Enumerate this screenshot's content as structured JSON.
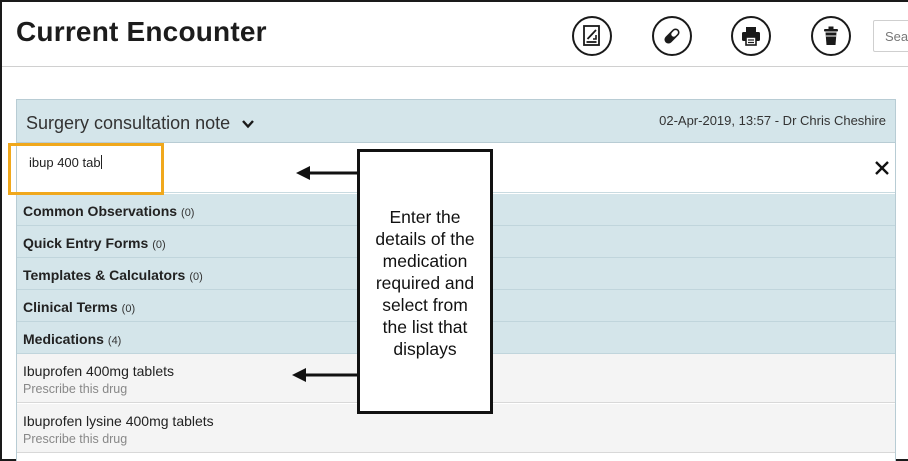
{
  "page": {
    "title": "Current Encounter"
  },
  "toolbar": {
    "search_placeholder": "Search"
  },
  "note": {
    "title": "Surgery consultation note",
    "meta": "02-Apr-2019, 13:57 - Dr Chris Cheshire"
  },
  "search": {
    "value": "ibup 400 tab"
  },
  "categories": [
    {
      "label": "Common Observations",
      "count": "(0)"
    },
    {
      "label": "Quick Entry Forms",
      "count": "(0)"
    },
    {
      "label": "Templates & Calculators",
      "count": "(0)"
    },
    {
      "label": "Clinical Terms",
      "count": "(0)"
    },
    {
      "label": "Medications",
      "count": "(4)"
    }
  ],
  "results": [
    {
      "name": "Ibuprofen 400mg tablets",
      "sub": "Prescribe this drug"
    },
    {
      "name": "Ibuprofen lysine 400mg tablets",
      "sub": "Prescribe this drug"
    }
  ],
  "callout": {
    "lines": [
      "Enter the",
      "details of the",
      "medication",
      "required and",
      "select from",
      "the list that",
      "displays"
    ],
    "highlight_color": "#f0a81c"
  },
  "icons": [
    "report-icon",
    "pill-icon",
    "printer-icon",
    "trash-icon",
    "chevron-down-icon",
    "close-icon",
    "arrow-left-icon"
  ]
}
